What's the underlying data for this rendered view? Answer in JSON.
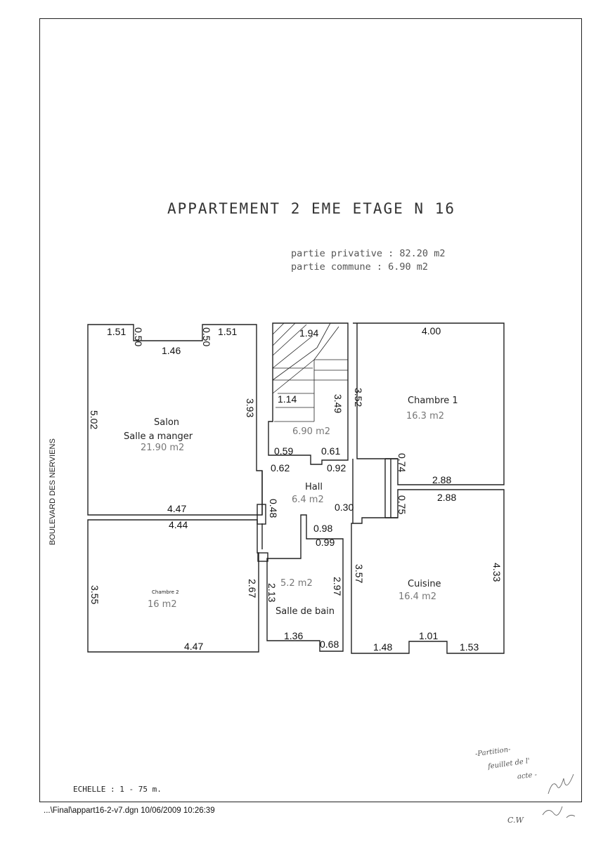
{
  "title": "APPARTEMENT 2 EME ETAGE N 16",
  "areas": {
    "privative": "partie privative : 82.20 m2",
    "commune": "partie commune : 6.90 m2"
  },
  "street": "BOULEVARD DES NERVIENS",
  "scale": "ECHELLE : 1 - 75 m.",
  "file_footer": "...\\Final\\appart16-2-v7.dgn  10/06/2009 10:26:39",
  "rooms": {
    "salon_1": "Salon",
    "salon_2": "Salle a manger",
    "salon_area": "21.90 m2",
    "stair_area": "6.90 m2",
    "chambre1": "Chambre 1",
    "chambre1_area": "16.3 m2",
    "hall": "Hall",
    "hall_area": "6.4 m2",
    "chambre2": "Chambre 2",
    "chambre2_area": "16 m2",
    "sdb_area": "5.2 m2",
    "sdb": "Salle de bain",
    "cuisine": "Cuisine",
    "cuisine_area": "16.4 m2"
  },
  "dims": {
    "salon_top_l": "1.51",
    "salon_niche_l": "0.50",
    "salon_niche_w": "1.46",
    "salon_niche_r": "0.50",
    "salon_top_r": "1.51",
    "salon_left": "5.02",
    "salon_right": "3.93",
    "salon_bottom": "4.47",
    "stair_top": "1.94",
    "stair_mid": "1.14",
    "stair_right": "3.49",
    "stair_bl": "0.59",
    "stair_br": "0.61",
    "ch1_top": "4.00",
    "ch1_left": "3.52",
    "ch1_step": "0.74",
    "ch1_bottom": "2.88",
    "hall_l": "0.62",
    "hall_r": "0.92",
    "hall_v": "0.48",
    "hall_030": "0.30",
    "hall_098": "0.98",
    "cu_top": "2.88",
    "cu_step": "0.75",
    "cu_left": "3.57",
    "cu_right": "4.33",
    "cu_b1": "1.48",
    "cu_b2": "1.01",
    "cu_b3": "1.53",
    "ch2_top": "4.44",
    "ch2_left": "3.55",
    "ch2_right": "2.67",
    "ch2_bottom": "4.47",
    "sdb_top": "0.99",
    "sdb_left": "2.13",
    "sdb_right": "2.97",
    "sdb_bottom": "1.36",
    "sdb_br": "0.68"
  },
  "handwriting": {
    "line1": "-Partition-",
    "line2": "feuillet de l'",
    "line3": "acte -",
    "initials": "C.W"
  }
}
